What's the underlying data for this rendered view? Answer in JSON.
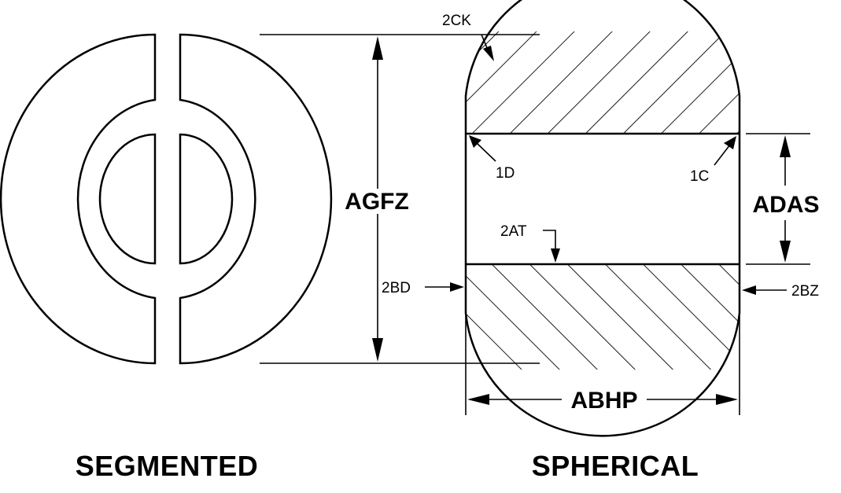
{
  "captions": {
    "segmented": "SEGMENTED",
    "spherical": "SPHERICAL"
  },
  "dimensions": {
    "overall_height": "AGFZ",
    "bore_diameter": "ADAS",
    "overall_width": "ABHP"
  },
  "callouts": {
    "top_spherical_edge": "2CK",
    "bore_left_edge": "1D",
    "bore_right_edge": "1C",
    "bore_surface": "2AT",
    "left_face": "2BD",
    "right_face": "2BZ"
  }
}
